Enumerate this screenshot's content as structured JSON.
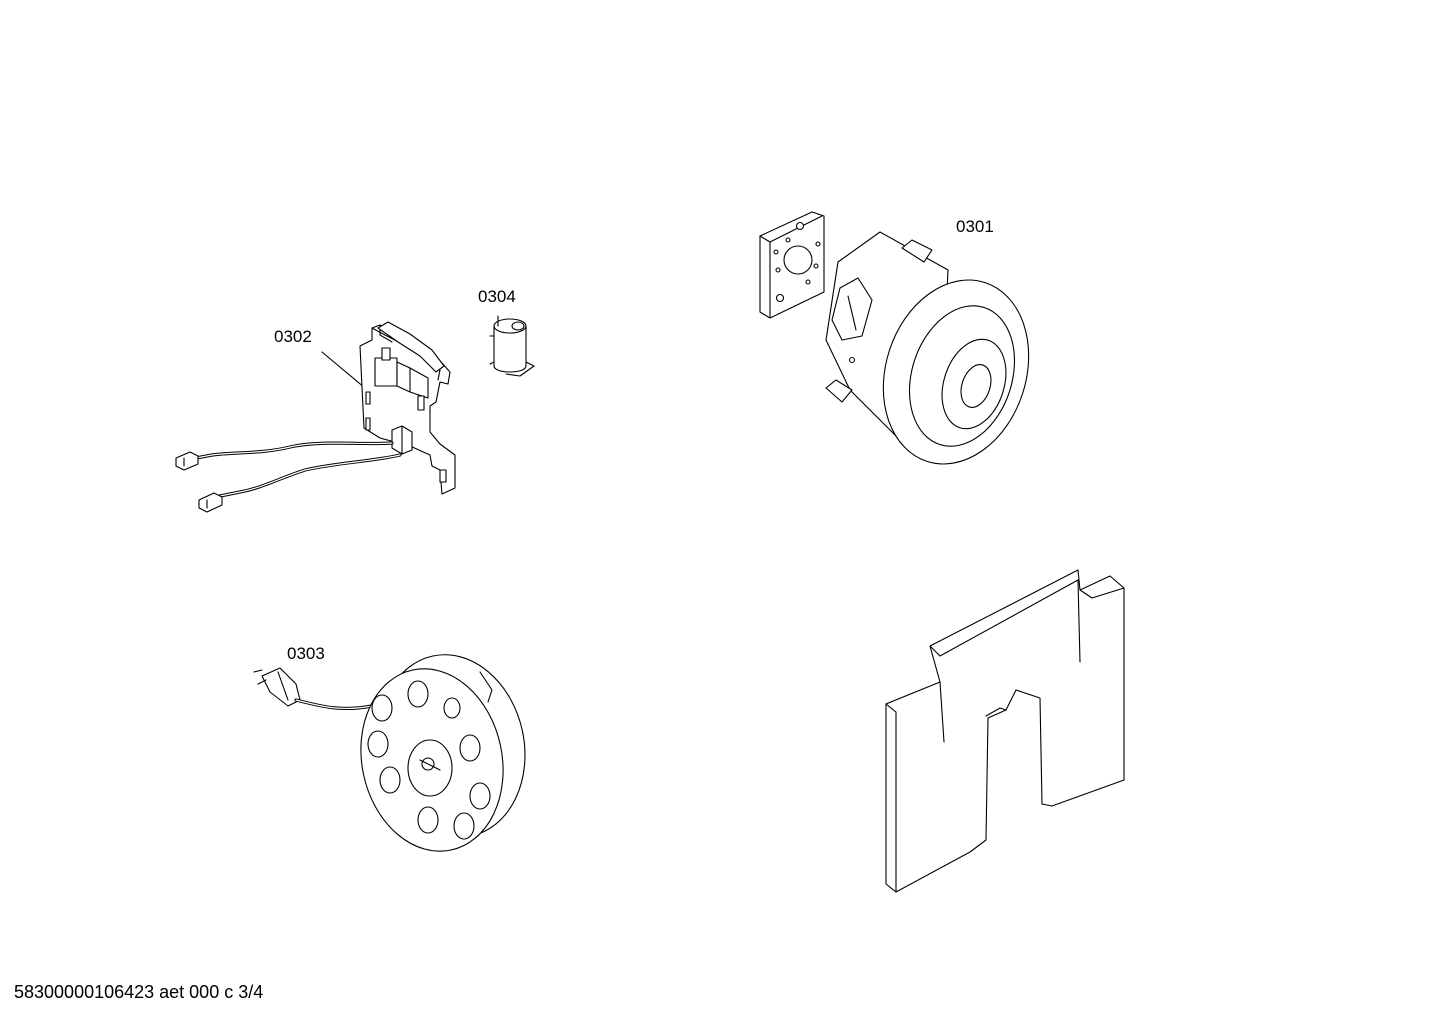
{
  "labels": {
    "p0301": "0301",
    "p0302": "0302",
    "p0303": "0303",
    "p0304": "0304"
  },
  "footer": "58300000106423 aet 000 c 3/4",
  "colors": {
    "stroke": "#000000",
    "fill": "#ffffff"
  }
}
